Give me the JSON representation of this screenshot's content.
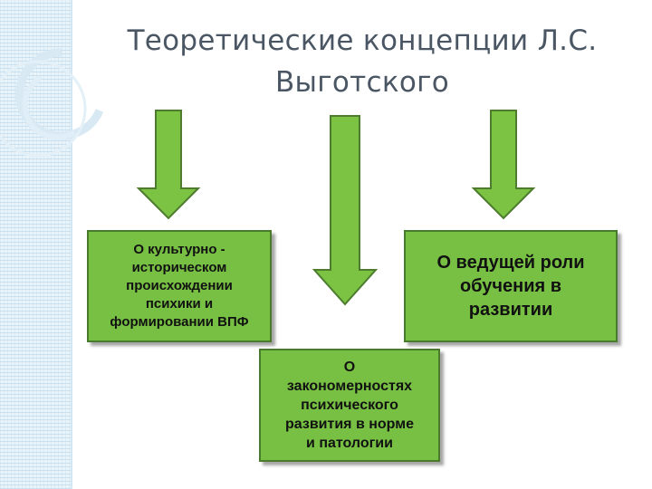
{
  "slide": {
    "title_line1": "Теоретические концепции Л.С.",
    "title_line2": "Выготского"
  },
  "boxes": [
    {
      "lines": [
        "О культурно -",
        "историческом",
        "происхождении",
        "психики и",
        "формировании ВПФ"
      ]
    },
    {
      "lines": [
        "О ведущей роли",
        "обучения в",
        "развитии"
      ]
    },
    {
      "lines": [
        "О",
        "закономерностях",
        "психического",
        "развития в норме",
        "и патологии"
      ]
    }
  ],
  "colors": {
    "box_fill": "#77c043",
    "box_border": "#4a7a2b",
    "arrow_fill": "#7cc243",
    "arrow_stroke": "#4d7c2f",
    "title": "#4a5663",
    "strip": "#e9f3fa"
  }
}
